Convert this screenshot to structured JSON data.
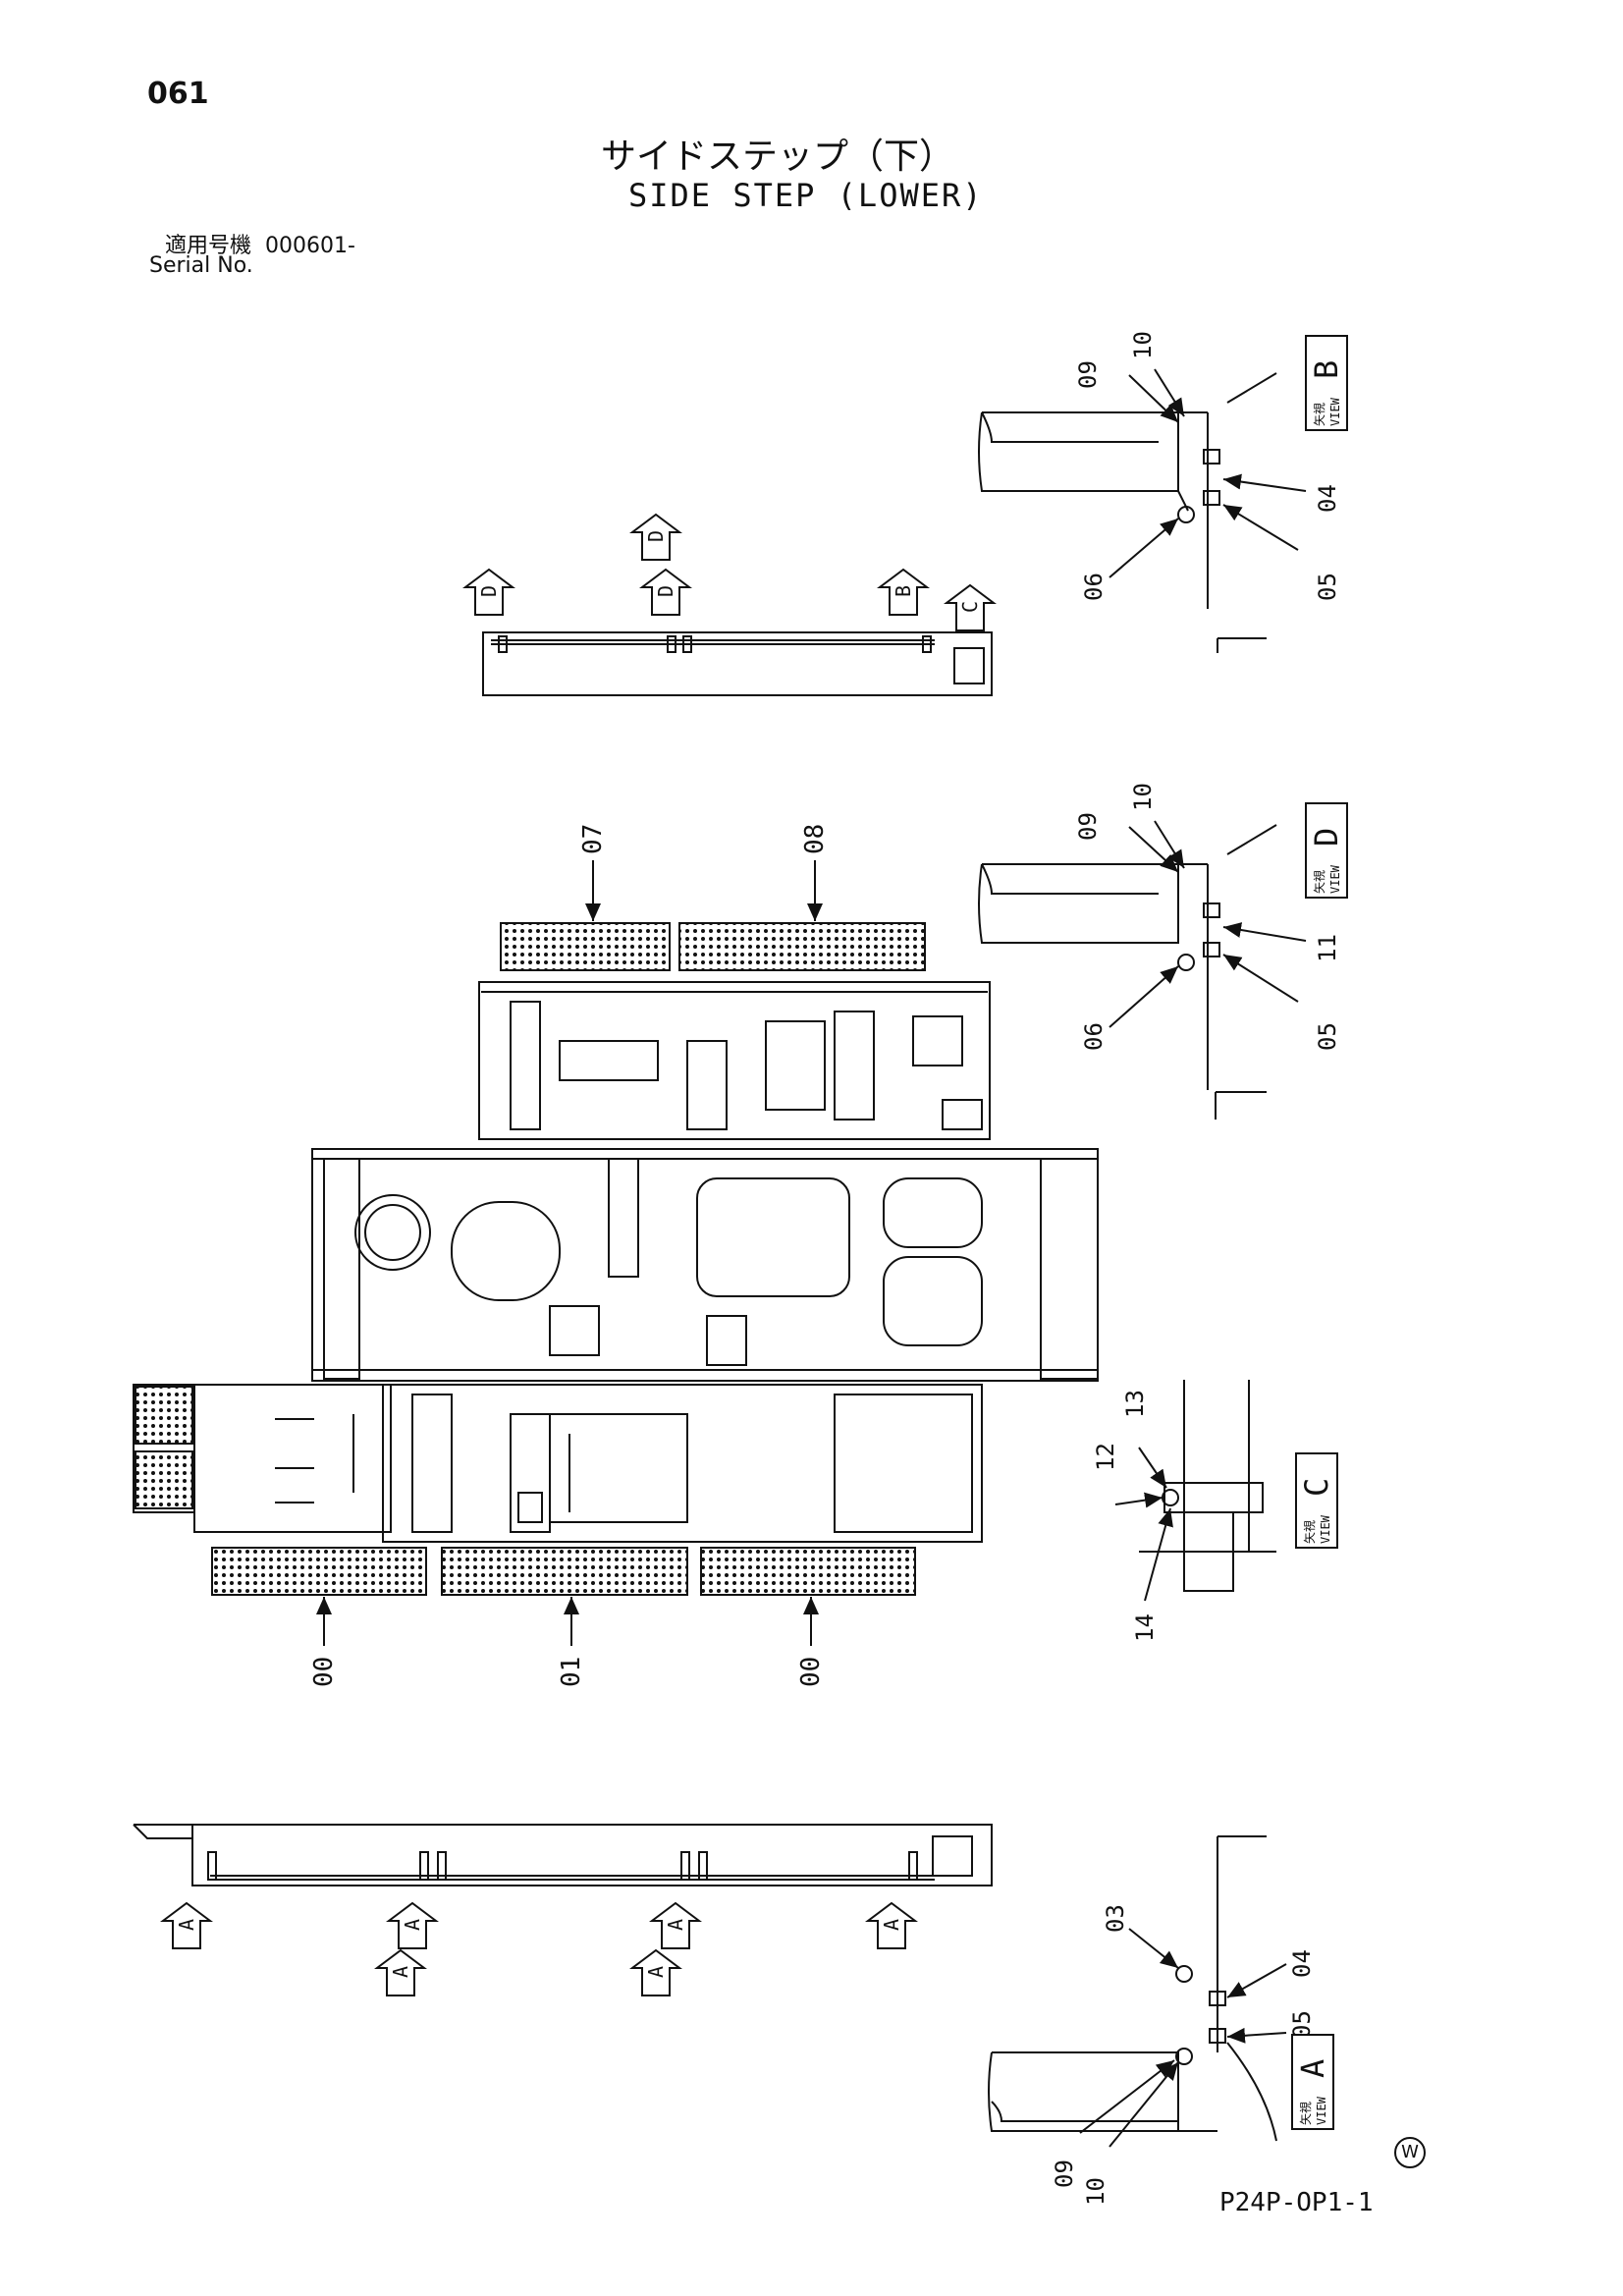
{
  "header": {
    "page_number": "061",
    "title_jp": "サイドステップ（下）",
    "title_en": "SIDE STEP (LOWER)",
    "serial_label_jp": "適用号機",
    "serial_value": "000601-",
    "serial_label_en": "Serial No."
  },
  "views": {
    "b": {
      "letter": "B",
      "kanji": "矢視",
      "word": "VIEW",
      "parts": [
        "09",
        "10",
        "04",
        "06",
        "05"
      ]
    },
    "d": {
      "letter": "D",
      "kanji": "矢視",
      "word": "VIEW",
      "parts": [
        "09",
        "10",
        "11",
        "06",
        "05"
      ]
    },
    "c": {
      "letter": "C",
      "kanji": "矢視",
      "word": "VIEW",
      "parts": [
        "13",
        "12",
        "14"
      ]
    },
    "a": {
      "letter": "A",
      "kanji": "矢視",
      "word": "VIEW",
      "parts": [
        "03",
        "04",
        "05",
        "09",
        "10"
      ]
    }
  },
  "main_parts": {
    "top_left": "07",
    "top_right": "08",
    "bottom_left": "00",
    "bottom_mid": "01",
    "bottom_right": "00"
  },
  "arrow_letters": {
    "a": "A",
    "b": "B",
    "c": "C",
    "d": "D"
  },
  "footer": {
    "doc_code": "P24P-OP1-1",
    "mark": "W"
  }
}
